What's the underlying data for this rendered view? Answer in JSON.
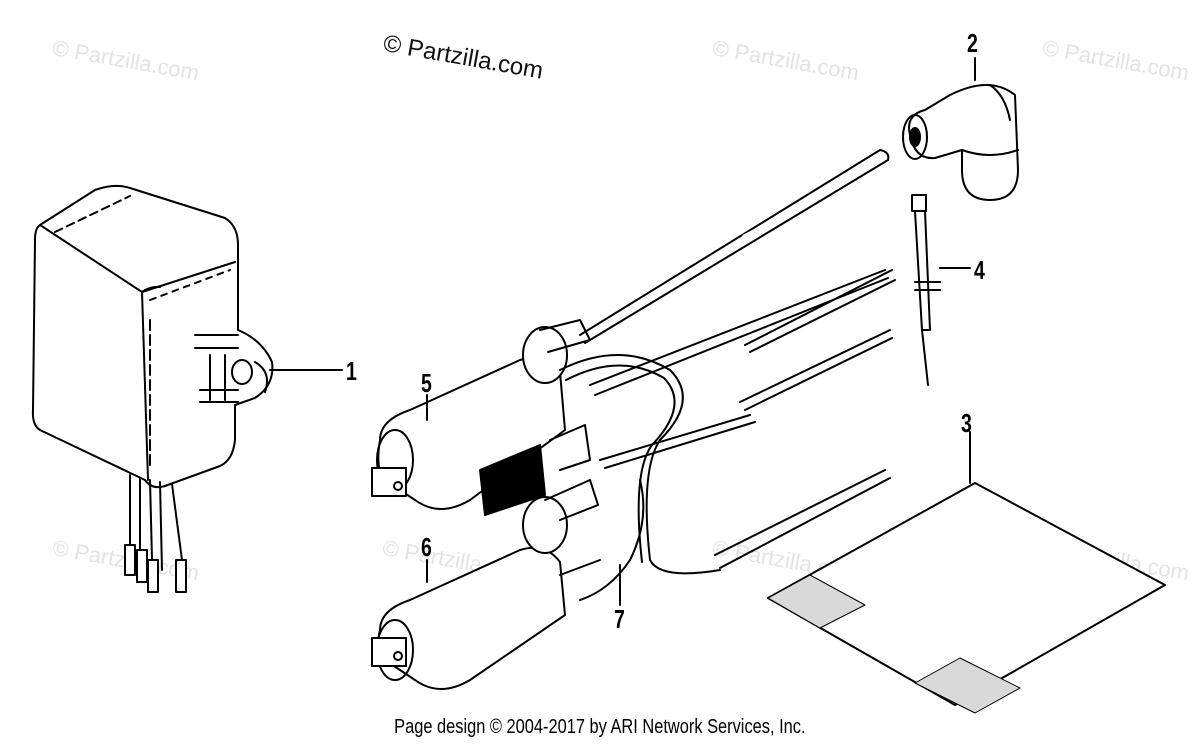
{
  "watermark_main": "© Partzilla.com",
  "watermarks": [
    "© Partzilla.com",
    "© Partzilla.com",
    "© Partzilla.com",
    "© Partzilla.com",
    "© Partzilla.com",
    "© Partzilla.com",
    "© Partzilla.com"
  ],
  "callouts": {
    "part1": "1",
    "part2": "2",
    "part3": "3",
    "part4": "4",
    "part5": "5",
    "part6": "6",
    "part7": "7"
  },
  "footer": "Page design © 2004-2017 by ARI Network Services, Inc.",
  "colors": {
    "line": "#000000",
    "watermark": "#e3e3e3",
    "background": "#ffffff"
  }
}
